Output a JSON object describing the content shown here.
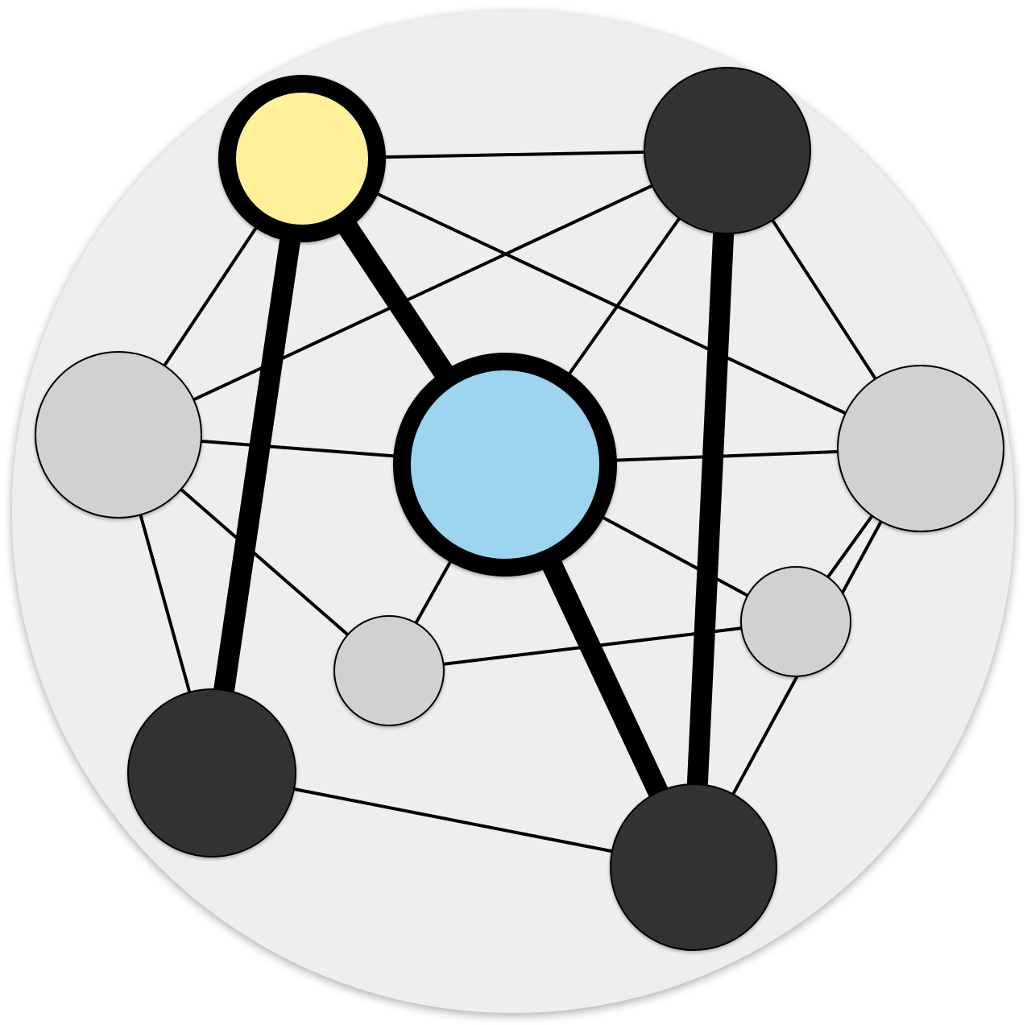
{
  "diagram": {
    "background_color": "#EEEEEE",
    "nodes": [
      {
        "id": "yellow",
        "fill": "#FFF199",
        "outline": "heavy"
      },
      {
        "id": "top-right",
        "fill": "#333333",
        "outline": "thin"
      },
      {
        "id": "left",
        "fill": "#D0D1D3",
        "outline": "thin"
      },
      {
        "id": "center",
        "fill": "#9DD4EF",
        "outline": "heavy"
      },
      {
        "id": "right",
        "fill": "#D0D1D3",
        "outline": "thin"
      },
      {
        "id": "small-mid",
        "fill": "#D0D1D3",
        "outline": "thin"
      },
      {
        "id": "small-right",
        "fill": "#D0D1D3",
        "outline": "thin"
      },
      {
        "id": "bottom-left",
        "fill": "#333333",
        "outline": "thin"
      },
      {
        "id": "bottom-right",
        "fill": "#333333",
        "outline": "thin"
      }
    ],
    "edges": [
      {
        "from": "yellow",
        "to": "top-right",
        "weight": "thin"
      },
      {
        "from": "yellow",
        "to": "left",
        "weight": "thin"
      },
      {
        "from": "yellow",
        "to": "right",
        "weight": "thin"
      },
      {
        "from": "top-right",
        "to": "left",
        "weight": "thin"
      },
      {
        "from": "top-right",
        "to": "right",
        "weight": "thin"
      },
      {
        "from": "top-right",
        "to": "center",
        "weight": "thin"
      },
      {
        "from": "left",
        "to": "center",
        "weight": "thin"
      },
      {
        "from": "left",
        "to": "bottom-left",
        "weight": "thin"
      },
      {
        "from": "left",
        "to": "small-mid",
        "weight": "thin"
      },
      {
        "from": "center",
        "to": "small-mid",
        "weight": "thin"
      },
      {
        "from": "center",
        "to": "right",
        "weight": "thin"
      },
      {
        "from": "center",
        "to": "small-right",
        "weight": "thin"
      },
      {
        "from": "right",
        "to": "small-right",
        "weight": "thin"
      },
      {
        "from": "right",
        "to": "bottom-right",
        "weight": "thin"
      },
      {
        "from": "small-mid",
        "to": "small-right",
        "weight": "thin"
      },
      {
        "from": "bottom-left",
        "to": "bottom-right",
        "weight": "thin"
      },
      {
        "from": "yellow",
        "to": "bottom-left",
        "weight": "thick"
      },
      {
        "from": "yellow",
        "to": "center",
        "weight": "thick"
      },
      {
        "from": "top-right",
        "to": "bottom-right",
        "weight": "thick"
      },
      {
        "from": "center",
        "to": "bottom-right",
        "weight": "thick"
      }
    ]
  }
}
